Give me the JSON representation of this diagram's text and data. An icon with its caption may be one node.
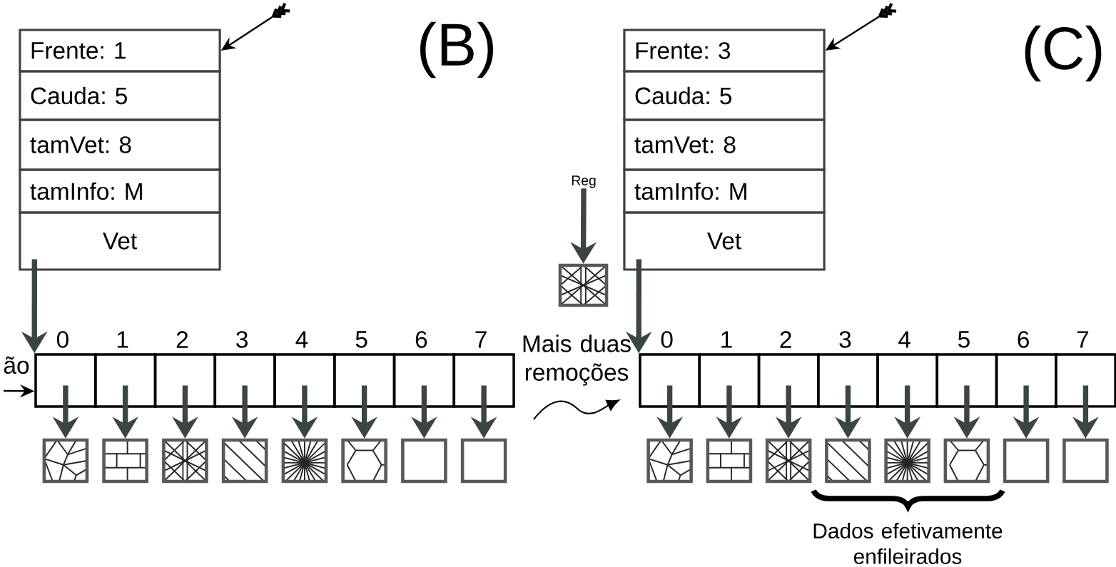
{
  "diagram": {
    "nodes": [
      {
        "text": [
          "Frente: 1"
        ]
      },
      {
        "text": [
          "Cauda: 5"
        ]
      },
      {
        "text": [
          "tamVet: 8"
        ]
      },
      {
        "text": [
          "tamInfo: M"
        ]
      },
      {
        "text": [
          "Vet"
        ]
      },
      {
        "text": [],
        "shape": "box"
      },
      {
        "text": [],
        "shape": "box"
      },
      {
        "text": [],
        "shape": "box"
      },
      {
        "text": [],
        "shape": "box"
      },
      {
        "text": [],
        "shape": "box"
      },
      {
        "text": [],
        "shape": "box"
      },
      {
        "text": [],
        "shape": "box"
      },
      {
        "text": [],
        "shape": "box"
      },
      {
        "text": [],
        "shape": "box"
      },
      {
        "text": [],
        "shape": "box"
      },
      {
        "text": [],
        "shape": "box"
      },
      {
        "text": [],
        "shape": "box"
      },
      {
        "text": [],
        "shape": "box"
      },
      {
        "text": [],
        "shape": "box"
      },
      {
        "text": [],
        "shape": "box"
      },
      {
        "text": [],
        "shape": "box"
      },
      {
        "text": [
          "Reg"
        ]
      },
      {
        "text": [],
        "shape": "box"
      },
      {
        "text": [
          "Frente: 3"
        ]
      },
      {
        "text": [
          "Cauda: 5"
        ]
      },
      {
        "text": [
          "tamVet: 8"
        ]
      },
      {
        "text": [
          "tamInfo: M"
        ]
      },
      {
        "text": [
          "Vet"
        ]
      },
      {
        "text": [],
        "shape": "box"
      },
      {
        "text": [],
        "shape": "box"
      },
      {
        "text": [],
        "shape": "box"
      },
      {
        "text": [],
        "shape": "box"
      },
      {
        "text": [],
        "shape": "box"
      },
      {
        "text": [],
        "shape": "box"
      },
      {
        "text": [],
        "shape": "box"
      },
      {
        "text": [],
        "shape": "box"
      },
      {
        "text": [],
        "shape": "box"
      },
      {
        "text": [],
        "shape": "box"
      },
      {
        "text": [],
        "shape": "box"
      },
      {
        "text": [],
        "shape": "box"
      },
      {
        "text": [],
        "shape": "box"
      },
      {
        "text": [],
        "shape": "box"
      },
      {
        "text": [],
        "shape": "box"
      },
      {
        "text": [],
        "shape": "box"
      }
    ],
    "edges": [
      {
        "from": null,
        "to": 0,
        "arrow": "to",
        "color": "#000000"
      },
      {
        "from": 4,
        "to": 5,
        "arrow": "to"
      },
      {
        "from": null,
        "to": 5,
        "arrow": "to",
        "color": "#000000"
      },
      {
        "from": 5,
        "to": 13,
        "arrow": "to"
      },
      {
        "from": 6,
        "to": 14,
        "arrow": "to"
      },
      {
        "from": 7,
        "to": 15,
        "arrow": "to"
      },
      {
        "from": 8,
        "to": 16,
        "arrow": "to"
      },
      {
        "from": 9,
        "to": 17,
        "arrow": "to"
      },
      {
        "from": 10,
        "to": 18,
        "arrow": "to"
      },
      {
        "from": 11,
        "to": 19,
        "arrow": "to"
      },
      {
        "from": 12,
        "to": 20,
        "arrow": "to"
      },
      {
        "from": 21,
        "to": 22,
        "arrow": "to"
      },
      {
        "from": null,
        "to": 23,
        "arrow": "to",
        "color": "#000000"
      },
      {
        "from": 27,
        "to": 28,
        "arrow": "to"
      },
      {
        "from": 28,
        "to": 36,
        "arrow": "to"
      },
      {
        "from": 29,
        "to": 37,
        "arrow": "to"
      },
      {
        "from": 30,
        "to": 38,
        "arrow": "to"
      },
      {
        "from": 31,
        "to": 39,
        "arrow": "to"
      },
      {
        "from": 32,
        "to": 40,
        "arrow": "to"
      },
      {
        "from": 33,
        "to": 41,
        "arrow": "to"
      },
      {
        "from": 34,
        "to": 42,
        "arrow": "to"
      },
      {
        "from": 35,
        "to": 43,
        "arrow": "to"
      }
    ],
    "labels": [
      "(B)",
      "(C)",
      "ão",
      "0",
      "1",
      "2",
      "3",
      "4",
      "5",
      "6",
      "7",
      "Mais duas remoções",
      "0",
      "1",
      "2",
      "3",
      "4",
      "5",
      "6",
      "7",
      "Dados efetivamente enfileirados"
    ]
  }
}
